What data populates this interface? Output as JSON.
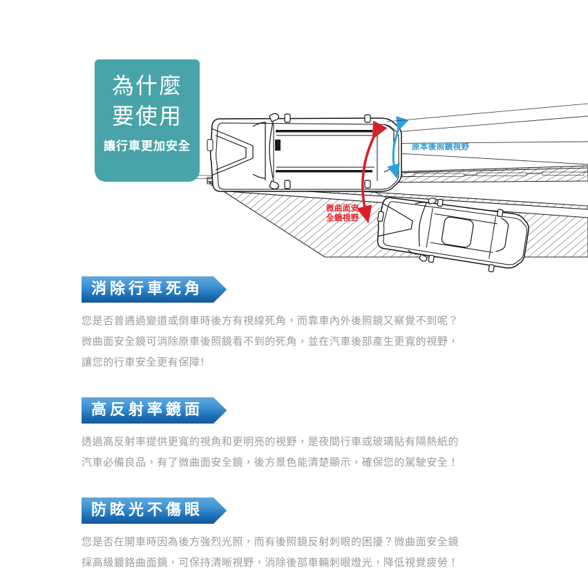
{
  "hero": {
    "badge": {
      "line1": "為什麼",
      "line2": "要使用",
      "subtitle": "讓行車更加安全",
      "color": "#48a4a8"
    },
    "diagram": {
      "label_original_mirror": "原本後照鏡視野",
      "label_curved_mirror_line1": "微曲面安",
      "label_curved_mirror_line2": "全鏡視野",
      "color_original": "#2e9bd6",
      "color_curved": "#e2232b",
      "alt": "俯視圖：前車後照鏡視野範圍與微曲面安全鏡擴大視野範圍比較，後方盲區車輛以斜線標示"
    }
  },
  "features": [
    {
      "heading": "消除行車死角",
      "lines": [
        "您是否曾遇過變道或倒車時後方有視線死角，而靠車內外後照鏡又察覺不到呢？",
        "微曲面安全鏡可消除原車後照鏡看不到的死角，並在汽車後部產生更寬的視野，",
        "讓您的行車安全更有保障!"
      ]
    },
    {
      "heading": "高反射率鏡面",
      "lines": [
        "透過高反射率提供更寬的視角和更明亮的視野，是夜間行車或玻璃貼有隔熱紙的",
        "汽車必備良品，有了微曲面安全鏡，後方景色能清楚顯示，確保您的駕駛安全！"
      ]
    },
    {
      "heading": "防眩光不傷眼",
      "lines": [
        "您是否在開車時因為後方強烈光照，而有後照鏡反射刺眼的困擾？微曲面安全鏡",
        "採高級鍍鉻曲面鏡，可保持清晰視野，消除後部車輛刺眼燈光，降低視覺疲勞！"
      ]
    }
  ],
  "theme": {
    "ribbon_gradient_top": "#5fa8dd",
    "ribbon_gradient_bottom": "#15599a",
    "body_text_color": "#9b9b9b",
    "background": "#ffffff"
  }
}
